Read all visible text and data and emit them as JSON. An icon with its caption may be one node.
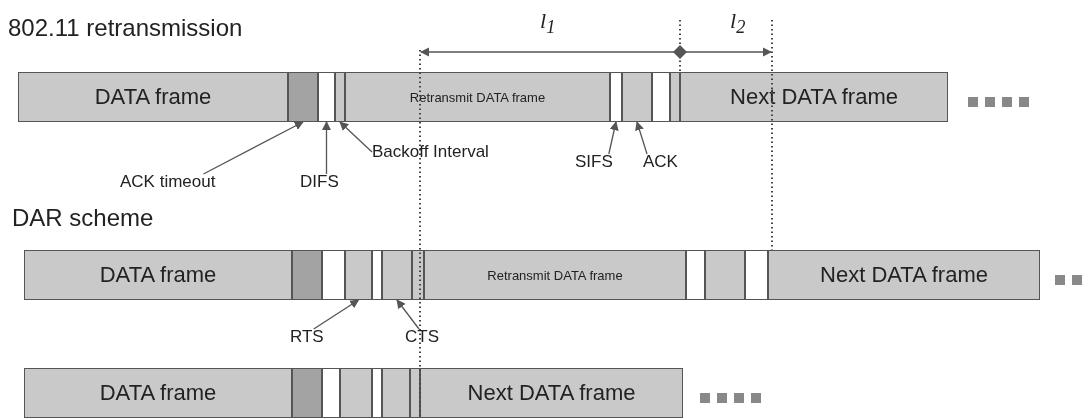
{
  "diagram": {
    "nodes": [
      {
        "text": [
          "DATA frame"
        ]
      },
      {
        "text": [],
        "shape": "box"
      },
      {
        "text": [],
        "shape": "box"
      },
      {
        "text": [],
        "shape": "box"
      },
      {
        "text": [
          "Retransmit DATA frame"
        ]
      },
      {
        "text": [],
        "shape": "box"
      },
      {
        "text": [],
        "shape": "box"
      },
      {
        "text": [],
        "shape": "box"
      },
      {
        "text": [],
        "shape": "box"
      },
      {
        "text": [
          "Next DATA frame"
        ]
      },
      {
        "text": [
          "ACK timeout"
        ]
      },
      {
        "text": [
          "DIFS"
        ]
      },
      {
        "text": [
          "Backoff Interval"
        ]
      },
      {
        "text": [
          "SIFS"
        ]
      },
      {
        "text": [
          "ACK"
        ]
      },
      {
        "text": [
          "DATA frame"
        ]
      },
      {
        "text": [],
        "shape": "box"
      },
      {
        "text": [],
        "shape": "box"
      },
      {
        "text": [],
        "shape": "box"
      },
      {
        "text": [],
        "shape": "box"
      },
      {
        "text": [],
        "shape": "box"
      },
      {
        "text": [],
        "shape": "box"
      },
      {
        "text": [
          "Retransmit DATA frame"
        ]
      },
      {
        "text": [],
        "shape": "box"
      },
      {
        "text": [],
        "shape": "box"
      },
      {
        "text": [],
        "shape": "box"
      },
      {
        "text": [
          "Next DATA frame"
        ]
      },
      {
        "text": [
          "RTS"
        ]
      },
      {
        "text": [
          "CTS"
        ]
      },
      {
        "text": [
          "DATA frame"
        ]
      },
      {
        "text": [],
        "shape": "box"
      },
      {
        "text": [],
        "shape": "box"
      },
      {
        "text": [],
        "shape": "box"
      },
      {
        "text": [],
        "shape": "box"
      },
      {
        "text": [],
        "shape": "box"
      },
      {
        "text": [],
        "shape": "box"
      },
      {
        "text": [
          "Next DATA frame"
        ]
      }
    ],
    "edges": [
      {
        "from": 10,
        "to": 1,
        "arrow": "to"
      },
      {
        "from": 11,
        "to": 2,
        "arrow": "to"
      },
      {
        "from": 12,
        "to": 3,
        "arrow": "to"
      },
      {
        "from": 13,
        "to": 5,
        "arrow": "to"
      },
      {
        "from": 14,
        "to": 6,
        "arrow": "to"
      },
      {
        "from": 27,
        "to": 18,
        "arrow": "to"
      },
      {
        "from": 28,
        "to": 20,
        "arrow": "to"
      }
    ],
    "labels": [
      "802.11 retransmission",
      "DAR scheme",
      "l$_{1}$",
      "l$_{2}$"
    ]
  }
}
